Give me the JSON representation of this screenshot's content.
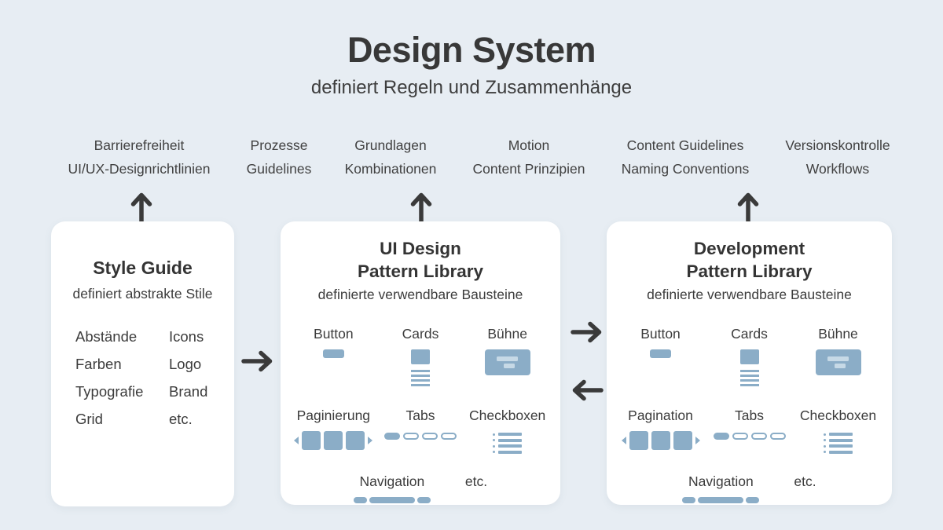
{
  "header": {
    "title": "Design System",
    "subtitle": "definiert Regeln und Zusammenhänge"
  },
  "top_labels": [
    {
      "line1": "Barrierefreiheit",
      "line2": "UI/UX-Designrichtlinien"
    },
    {
      "line1": "Prozesse",
      "line2": "Guidelines"
    },
    {
      "line1": "Grundlagen",
      "line2": "Kombinationen"
    },
    {
      "line1": "Motion",
      "line2": "Content Prinzipien"
    },
    {
      "line1": "Content Guidelines",
      "line2": "Naming Conventions"
    },
    {
      "line1": "Versionskontrolle",
      "line2": "Workflows"
    }
  ],
  "cards": {
    "style_guide": {
      "title": "Style Guide",
      "subtitle": "definiert abstrakte Stile",
      "items_left": [
        "Abstände",
        "Farben",
        "Typografie",
        "Grid"
      ],
      "items_right": [
        "Icons",
        "Logo",
        "Brand",
        "etc."
      ]
    },
    "ui_pattern": {
      "title_line1": "UI Design",
      "title_line2": "Pattern Library",
      "subtitle": "definierte verwendbare Bausteine",
      "widgets": {
        "button": "Button",
        "cards": "Cards",
        "stage": "Bühne",
        "pagination": "Paginierung",
        "tabs": "Tabs",
        "checkboxes": "Checkboxen",
        "navigation": "Navigation",
        "etc": "etc."
      }
    },
    "dev_pattern": {
      "title_line1": "Development",
      "title_line2": "Pattern Library",
      "subtitle": "definierte verwendbare Bausteine",
      "widgets": {
        "button": "Button",
        "cards": "Cards",
        "stage": "Bühne",
        "pagination": "Pagination",
        "tabs": "Tabs",
        "checkboxes": "Checkboxen",
        "navigation": "Navigation",
        "etc": "etc."
      }
    }
  },
  "icons": {
    "up_arrow": "↑",
    "right_arrow": "→",
    "left_arrow": "←"
  },
  "colors": {
    "background": "#e7edf3",
    "card": "#ffffff",
    "accent": "#8badc7",
    "accent_light": "#c6d9e6",
    "text": "#3c3c3c"
  }
}
